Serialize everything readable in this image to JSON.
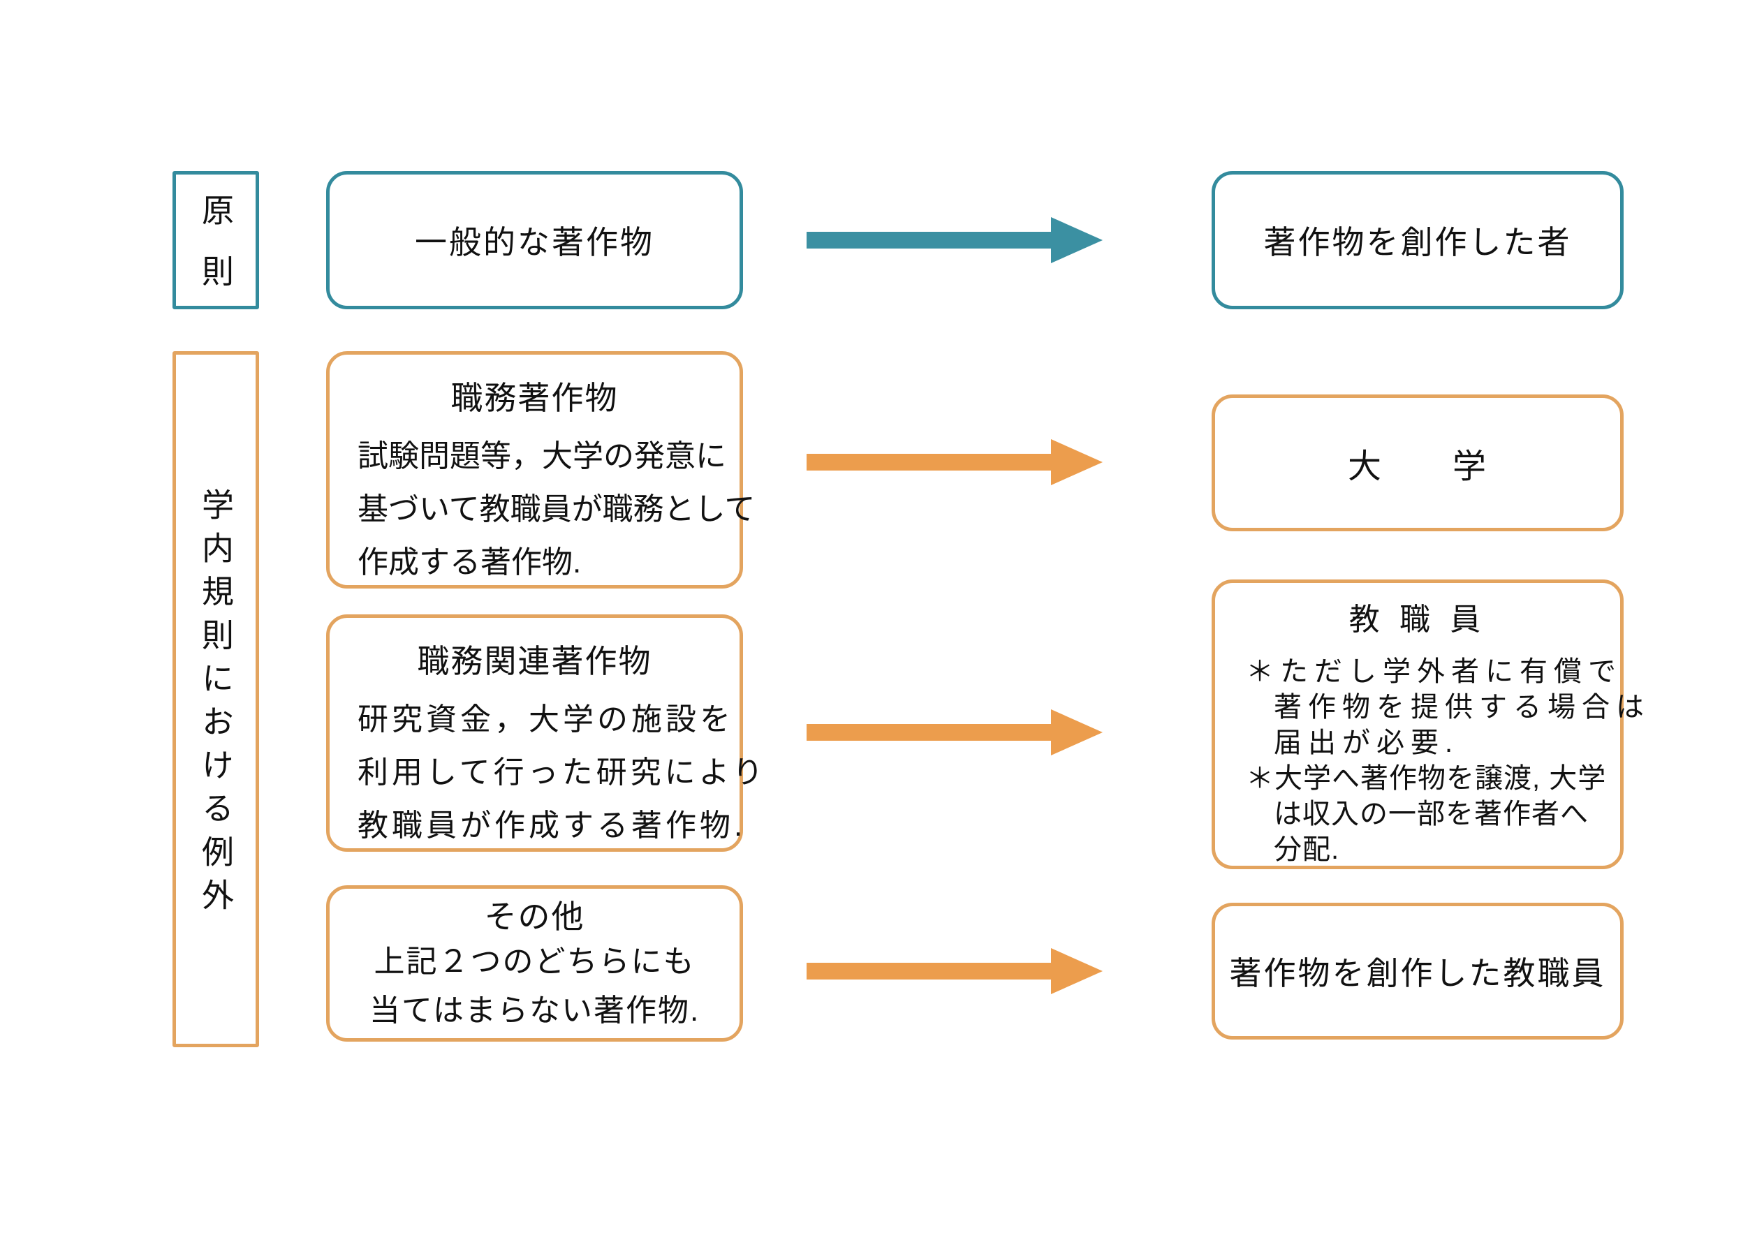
{
  "colors": {
    "teal_border": "#338b9d",
    "teal_arrow": "#3b90a2",
    "orange_border": "#e3a45f",
    "orange_arrow": "#ec9d4d",
    "text": "#111111",
    "background": "#ffffff"
  },
  "row1": {
    "label": "原則",
    "source": "一般的な著作物",
    "target": "著作物を創作した者"
  },
  "row2": {
    "label": "学内規則における例外",
    "shokumu": {
      "title": "職務著作物",
      "line1": "試験問題等，大学の発意に",
      "line2": "基づいて教職員が職務として",
      "line3": "作成する著作物."
    },
    "kanren": {
      "title": "職務関連著作物",
      "line1": "研究資金，大学の施設を",
      "line2": "利用して行った研究により",
      "line3": "教職員が作成する著作物."
    },
    "sonota": {
      "title": "その他",
      "line1": "上記２つのどちらにも",
      "line2": "当てはまらない著作物."
    },
    "university": "大　　学",
    "staff": {
      "title": "教 職 員",
      "note1_line1": "＊ただし学外者に有償で",
      "note1_line2": "著作物を提供する場合は",
      "note1_line3": "届出が必要.",
      "note2_line1": "＊大学へ著作物を譲渡, 大学",
      "note2_line2": "は収入の一部を著作者へ",
      "note2_line3": "分配."
    },
    "staff_creator": "著作物を創作した教職員"
  }
}
